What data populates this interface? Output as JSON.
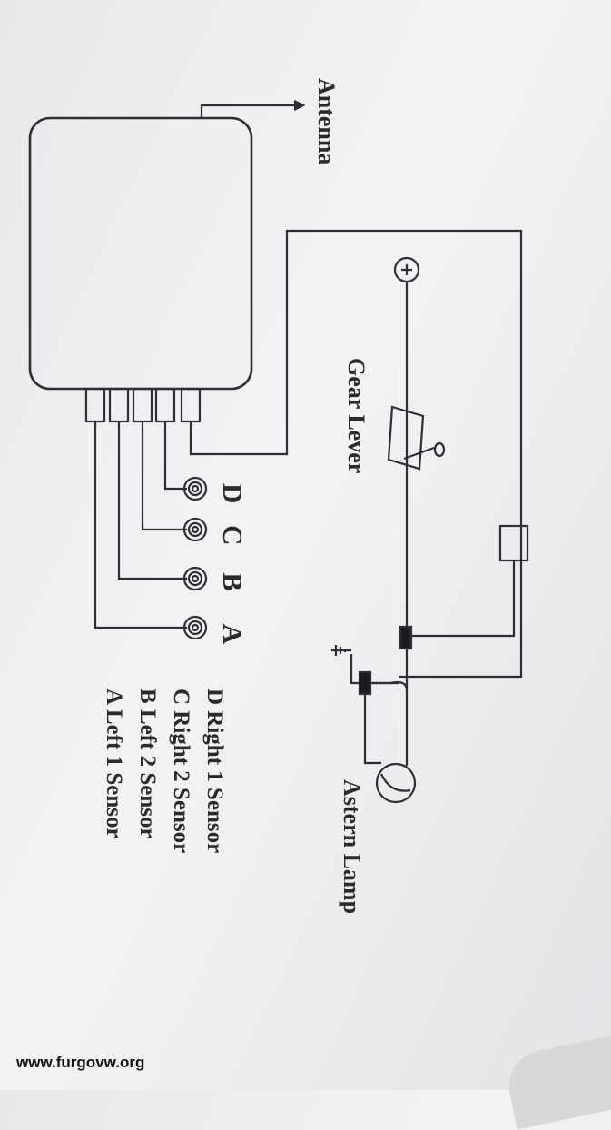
{
  "labels": {
    "antenna": "Antenna",
    "gear_lever": "Gear Lever",
    "astern_lamp": "Astern Lamp",
    "ports": [
      "D",
      "C",
      "B",
      "A"
    ]
  },
  "legend": [
    "D Right 1 Sensor",
    "C Right 2 Sensor",
    "B Left 2 Sensor",
    "A Left 1 Sensor"
  ],
  "watermark": "www.furgovw.org",
  "colors": {
    "paper": "#eeeef0",
    "ink": "#2b2b2e"
  }
}
